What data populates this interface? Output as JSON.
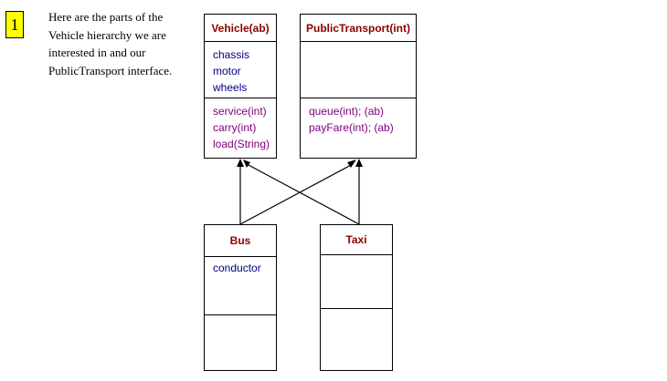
{
  "step": {
    "number": "1"
  },
  "caption": {
    "lines": [
      "Here are the parts of the",
      "Vehicle hierarchy we are",
      "interested in and our",
      "PublicTransport interface."
    ]
  },
  "classes": {
    "vehicle": {
      "name": "Vehicle(ab)",
      "attributes": [
        "chassis",
        "motor",
        "wheels"
      ],
      "operations": [
        "service(int)",
        "carry(int)",
        "load(String)"
      ]
    },
    "public_transport": {
      "name": "PublicTransport(int)",
      "attributes": [],
      "operations": [
        "queue(int); (ab)",
        "payFare(int); (ab)"
      ]
    },
    "bus": {
      "name": "Bus",
      "attributes": [
        "conductor"
      ],
      "operations": []
    },
    "taxi": {
      "name": "Taxi",
      "attributes": [],
      "operations": []
    }
  },
  "colors": {
    "class_name": "#8b0000",
    "attribute": "#000080",
    "operation": "#800080",
    "badge": "#ffff00"
  }
}
